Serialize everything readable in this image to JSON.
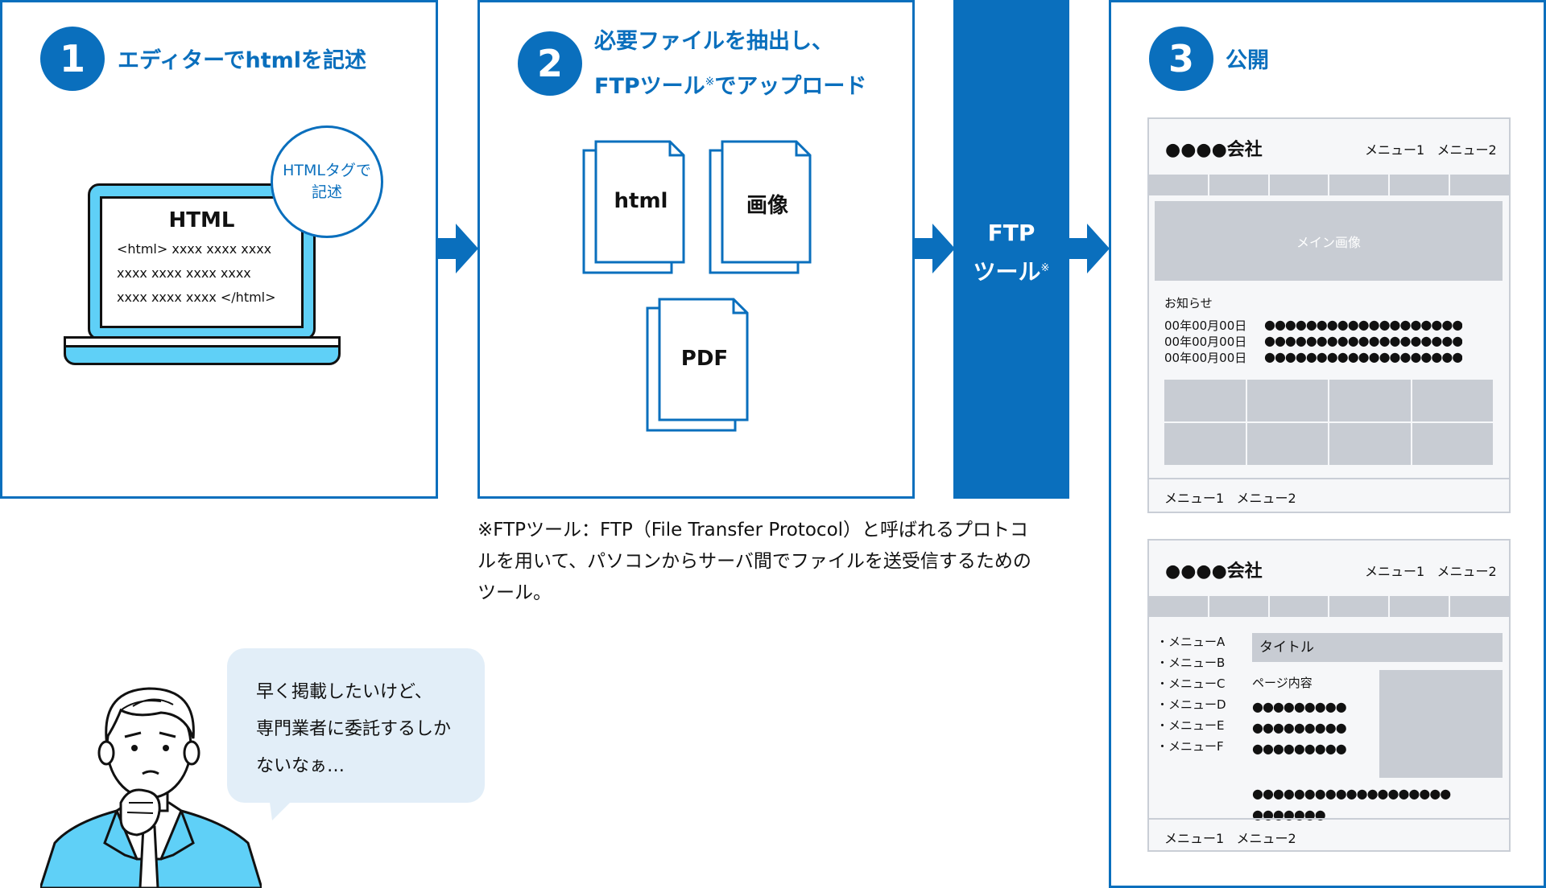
{
  "step1": {
    "number": "1",
    "title": "エディターでhtmlを記述"
  },
  "laptop": {
    "heading": "HTML",
    "code_lines": [
      "<html> xxxx xxxx xxxx",
      "xxxx xxxx xxxx xxxx",
      "xxxx xxxx xxxx </html>"
    ],
    "bubble_lines": [
      "HTMLタグで",
      "記述"
    ]
  },
  "step2": {
    "number": "2",
    "title_lines": [
      "必要ファイルを抽出し、",
      "FTPツール"
    ],
    "title_mark": "※",
    "title_rest": "でアップロード"
  },
  "files": [
    "html",
    "画像",
    "PDF"
  ],
  "ftp": {
    "line1": "FTP",
    "line2": "ツール",
    "mark": "※"
  },
  "note": {
    "lines": [
      "※FTPツール：FTP（File Transfer Protocol）と呼ばれるプロトコ",
      "ルを用いて、パソコンからサーバ間でファイルを送受信するための",
      "ツール。"
    ]
  },
  "step3": {
    "number": "3",
    "title": "公開"
  },
  "site1": {
    "company": "●●●●会社",
    "menu1": "メニュー1",
    "menu2": "メニュー2",
    "main_image": "メイン画像",
    "news_title": "お知らせ",
    "news": [
      {
        "date": "00年00月00日",
        "text": "●●●●●●●●●●●●●●●●●●●"
      },
      {
        "date": "00年00月00日",
        "text": "●●●●●●●●●●●●●●●●●●●"
      },
      {
        "date": "00年00月00日",
        "text": "●●●●●●●●●●●●●●●●●●●"
      }
    ],
    "footer_menu1": "メニュー1",
    "footer_menu2": "メニュー2"
  },
  "site2": {
    "company": "●●●●会社",
    "menu1": "メニュー1",
    "menu2": "メニュー2",
    "side_menu": [
      "・メニューA",
      "・メニューB",
      "・メニューC",
      "・メニューD",
      "・メニューE",
      "・メニューF"
    ],
    "title": "タイトル",
    "page_content": "ページ内容",
    "dots_short": "●●●●●●●●●",
    "dots_long": "●●●●●●●●●●●●●●●●●●●",
    "dots_tail": "●●●●●●●",
    "footer_menu1": "メニュー1",
    "footer_menu2": "メニュー2"
  },
  "speech": {
    "lines": [
      "早く掲載したいけど、",
      "専門業者に委託するしか",
      "ないなぁ…"
    ]
  },
  "colors": {
    "blue": "#0a6fbd",
    "light_blue": "#5fd0f7",
    "bubble_bg": "#e2eef8",
    "gray": "#c8ccd3"
  }
}
